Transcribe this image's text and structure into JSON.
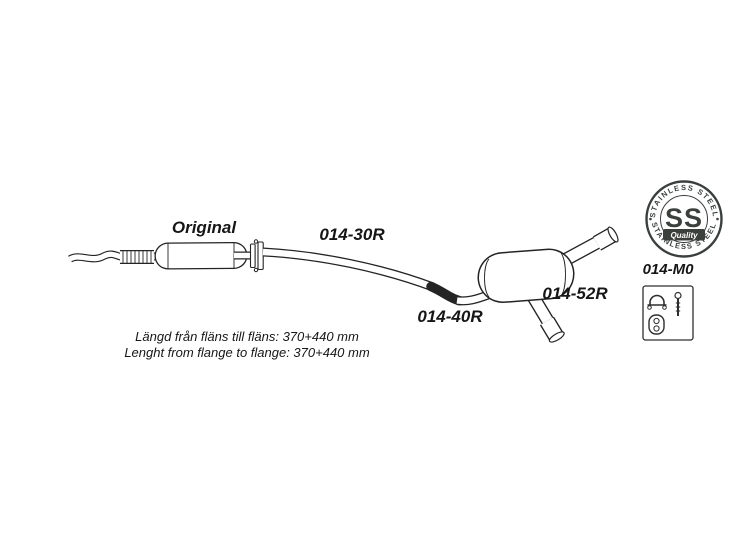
{
  "diagram": {
    "original_label": "Original",
    "labels": {
      "front_pipe": "014-30R",
      "mid_pipe": "014-40R",
      "rear_silencer": "014-52R",
      "mounting_kit": "014-M0"
    },
    "notes": {
      "swedish": "Längd från fläns till fläns: 370+440 mm",
      "english": "Lenght from flange to flange: 370+440 mm"
    },
    "badge": {
      "arc_top": "STAINLESS STEEL",
      "arc_bottom": "STAINLESS STEEL",
      "center": "SS",
      "quality": "Quality",
      "color": "#3b403d"
    },
    "colors": {
      "line": "#242424",
      "background": "#ffffff"
    }
  }
}
